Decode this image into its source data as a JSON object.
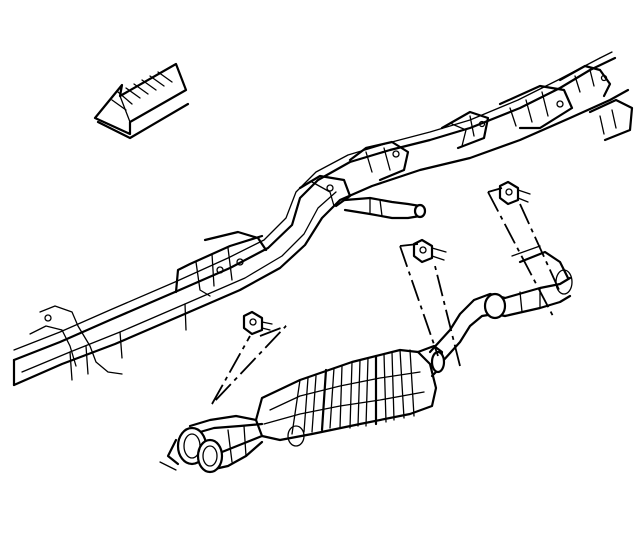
{
  "diagram": {
    "background": "#ffffff",
    "ink": "#000000",
    "parts": [
      "frame-rail",
      "forward-direction-arrow",
      "exhaust-pipe",
      "muffler",
      "dual-tailpipes",
      "hanger-brackets"
    ],
    "arrow_direction": "front-left"
  }
}
